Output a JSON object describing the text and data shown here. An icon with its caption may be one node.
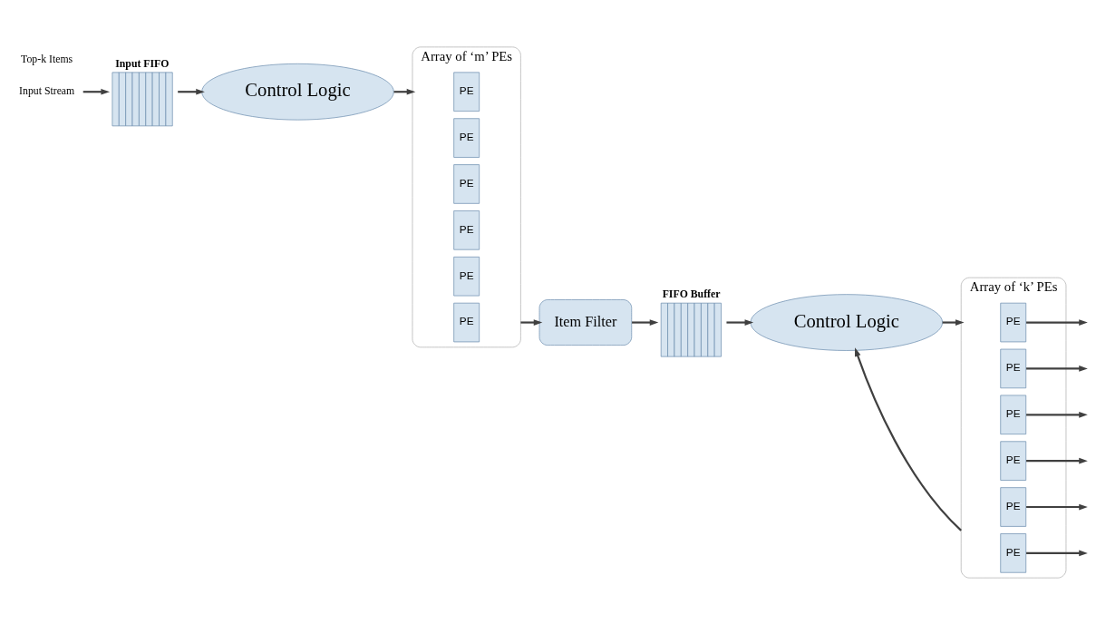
{
  "diagram": {
    "nodes": [
      {
        "text": [
          "Input Stream"
        ]
      },
      {
        "text": [
          "Input FIFO"
        ]
      },
      {
        "text": [
          "Control Logic"
        ]
      },
      {
        "text": [
          "Array of ‘m’ PEs"
        ]
      },
      {
        "text": [
          "PE"
        ],
        "in": 3
      },
      {
        "text": [
          "PE"
        ],
        "in": 3
      },
      {
        "text": [
          "PE"
        ],
        "in": 3
      },
      {
        "text": [
          "PE"
        ],
        "in": 3
      },
      {
        "text": [
          "PE"
        ],
        "in": 3
      },
      {
        "text": [
          "PE"
        ],
        "in": 3
      },
      {
        "text": [
          "Item Filter"
        ]
      },
      {
        "text": [
          "FIFO Buffer"
        ]
      },
      {
        "text": [
          "Control Logic"
        ]
      },
      {
        "text": [
          "Array of ‘k’ PEs"
        ]
      },
      {
        "text": [
          "PE"
        ],
        "in": 13
      },
      {
        "text": [
          "PE"
        ],
        "in": 13
      },
      {
        "text": [
          "PE"
        ],
        "in": 13
      },
      {
        "text": [
          "PE"
        ],
        "in": 13
      },
      {
        "text": [
          "PE"
        ],
        "in": 13
      },
      {
        "text": [
          "PE"
        ],
        "in": 13
      }
    ],
    "edges": [
      {
        "from": 0,
        "to": 1,
        "arrow": "to"
      },
      {
        "from": 1,
        "to": 2,
        "arrow": "to"
      },
      {
        "from": 2,
        "to": 3,
        "arrow": "to"
      },
      {
        "from": 3,
        "to": 10,
        "arrow": "to"
      },
      {
        "from": 10,
        "to": 11,
        "arrow": "to"
      },
      {
        "from": 11,
        "to": 12,
        "arrow": "to"
      },
      {
        "from": 12,
        "to": 13,
        "arrow": "to"
      },
      {
        "from": 13,
        "to": 12,
        "arrow": "to"
      },
      {
        "from": 14,
        "to": null,
        "arrow": "to"
      },
      {
        "from": 15,
        "to": null,
        "arrow": "to"
      },
      {
        "from": 16,
        "to": null,
        "arrow": "to"
      },
      {
        "from": 17,
        "to": null,
        "arrow": "to"
      },
      {
        "from": 18,
        "to": null,
        "arrow": "to"
      },
      {
        "from": 19,
        "to": null,
        "arrow": "to"
      }
    ],
    "labels": [
      "Top-k Items"
    ]
  }
}
